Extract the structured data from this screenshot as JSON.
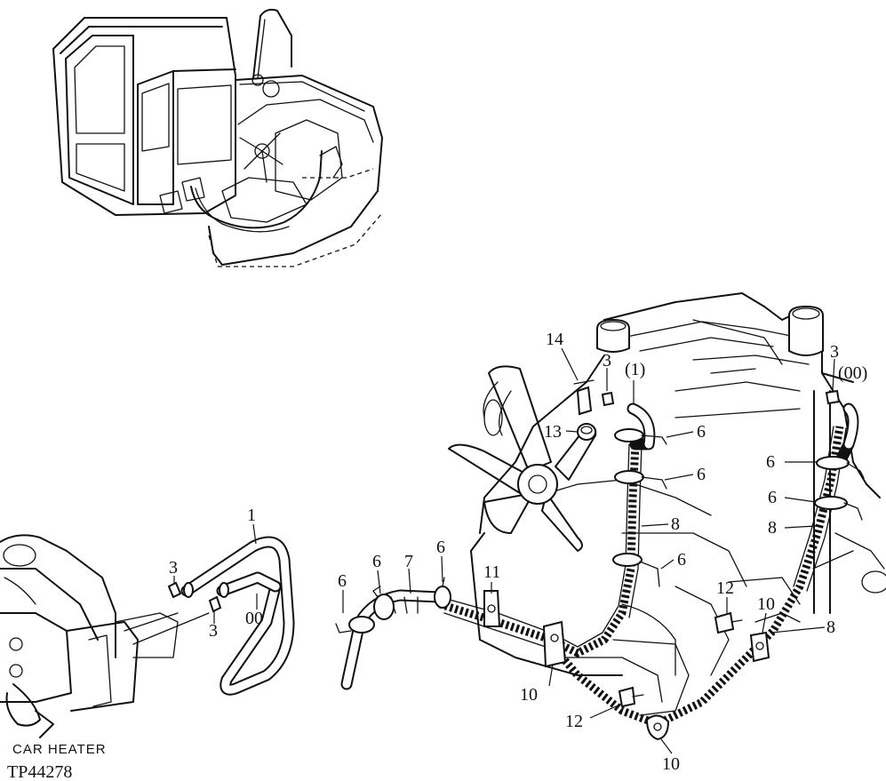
{
  "callouts": {
    "c1": "1",
    "c3a": "3",
    "c3b": "3",
    "c00": "00",
    "c6a": "6",
    "c7": "7",
    "c6b": "6",
    "c11": "11",
    "c14": "14",
    "c3c": "3",
    "c1p": "(1)",
    "c13": "13",
    "c6c": "6",
    "c6d": "6",
    "c8a": "8",
    "c6e": "6",
    "c10a": "10",
    "c12a": "12",
    "c3d": "3",
    "c00p": "(00)",
    "c6f": "6",
    "c6g": "6",
    "c8b": "8",
    "c12b": "12",
    "c10b": "10",
    "c8c": "8",
    "c10c": "10"
  },
  "labels": {
    "car_heater": "CAR HEATER",
    "ref_number": "TP44278"
  }
}
